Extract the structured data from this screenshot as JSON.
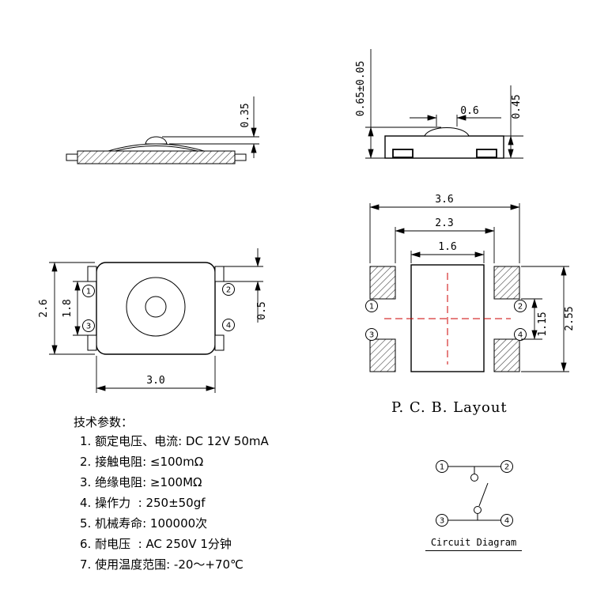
{
  "page": {
    "background": "#ffffff",
    "accent_red": "#cc0000"
  },
  "side_view_front": {
    "dim_actuator_height": "0.35"
  },
  "side_view_side": {
    "dim_total_height": "0.65±0.05",
    "dim_actuator_width": "0.6",
    "dim_body_height": "0.45"
  },
  "top_view": {
    "dim_body_height": "2.6",
    "dim_pad_span": "1.8",
    "dim_body_width": "3.0",
    "dim_pad_width": "0.5",
    "pins": [
      "1",
      "2",
      "3",
      "4"
    ]
  },
  "pcb_layout": {
    "title": "P. C. B. Layout",
    "dim_overall_width": "3.6",
    "dim_pad_inner_span": "2.3",
    "dim_body_width": "1.6",
    "dim_pad_gap": "1.15",
    "dim_overall_height": "2.55",
    "pins": [
      "1",
      "2",
      "3",
      "4"
    ]
  },
  "specs": {
    "title": "技术参数：",
    "items": [
      "1. 额定电压、电流: DC 12V 50mA",
      "2. 接触电阻: ≤100mΩ",
      "3. 绝缘电阻: ≥100MΩ",
      "4. 操作力  : 250±50gf",
      "5. 机械寿命: 100000次",
      "6. 耐电压  : AC 250V 1分钟",
      "7. 使用温度范围: -20～+70℃"
    ]
  },
  "circuit": {
    "title": "Circuit Diagram",
    "pins": [
      "1",
      "2",
      "3",
      "4"
    ]
  }
}
